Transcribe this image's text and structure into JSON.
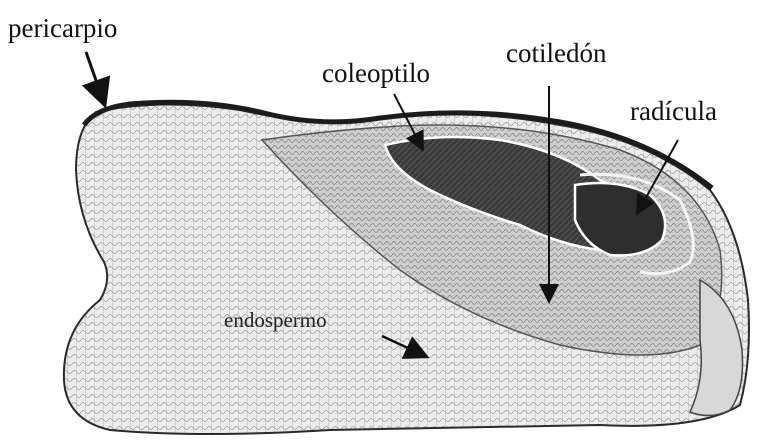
{
  "labels": {
    "pericarp": "pericarpio",
    "coleoptile": "coleoptilo",
    "cotyledon": "cotiledón",
    "radicle": "radícula",
    "endosperm": "endospermo"
  }
}
